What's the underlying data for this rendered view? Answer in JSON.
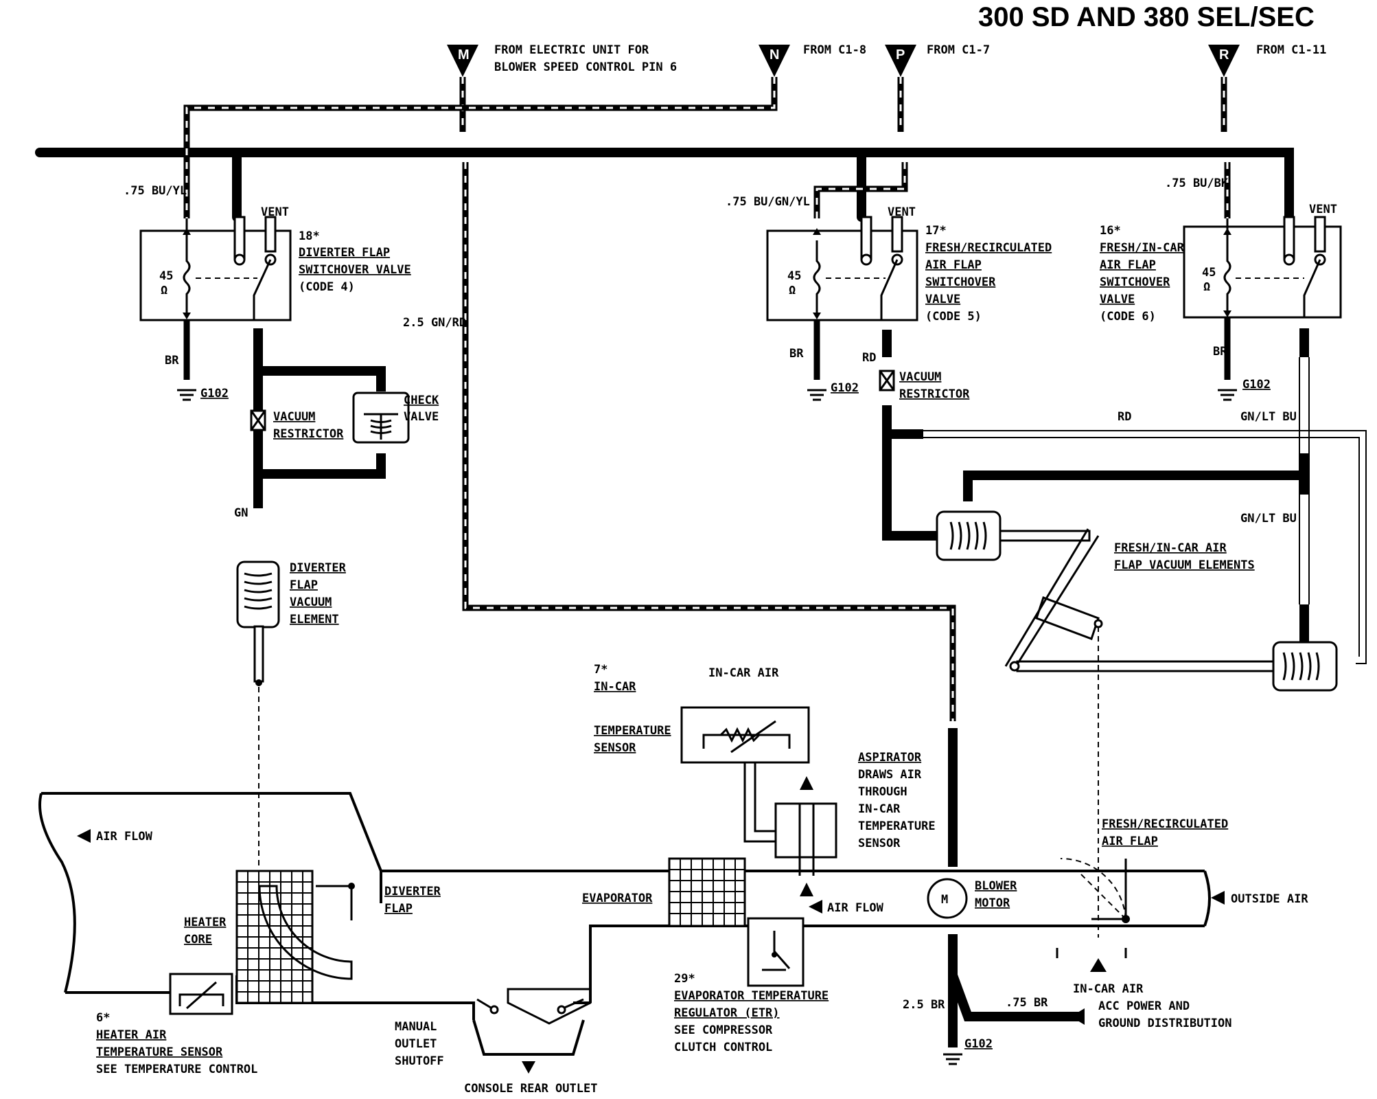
{
  "title": "300 SD AND 380 SEL/SEC",
  "connectors": [
    {
      "letter": "M",
      "line1": "FROM ELECTRIC UNIT FOR",
      "line2": "BLOWER SPEED CONTROL PIN 6"
    },
    {
      "letter": "N",
      "line1": "FROM C1-8",
      "line2": ""
    },
    {
      "letter": "P",
      "line1": "FROM C1-7",
      "line2": ""
    },
    {
      "letter": "R",
      "line1": "FROM C1-11",
      "line2": ""
    }
  ],
  "wires": {
    "bu_yl": ".75 BU/YL",
    "bu_gn_yl": ".75 BU/GN/YL",
    "bu_bk": ".75 BU/BK",
    "gn_rd": "2.5 GN/RD",
    "br": "BR",
    "rd": "RD",
    "gn": "GN",
    "gn_lt_bu": "GN/LT BU",
    "br_25": "2.5 BR",
    "br_075": ".75 BR"
  },
  "grounds": [
    "G102",
    "G102",
    "G102",
    "G102"
  ],
  "valves": [
    {
      "num": "18*",
      "lines": [
        "DIVERTER FLAP",
        "SWITCHOVER VALVE"
      ],
      "code": "(CODE 4)",
      "vent": "VENT",
      "ohm": "45",
      "unit": "Ω"
    },
    {
      "num": "17*",
      "lines": [
        "FRESH/RECIRCULATED",
        "AIR FLAP",
        "SWITCHOVER",
        "VALVE"
      ],
      "code": "(CODE 5)",
      "vent": "VENT",
      "ohm": "45",
      "unit": "Ω"
    },
    {
      "num": "16*",
      "lines": [
        "FRESH/IN-CAR",
        "AIR FLAP",
        "SWITCHOVER",
        "VALVE"
      ],
      "code": "(CODE 6)",
      "vent": "VENT",
      "ohm": "45",
      "unit": "Ω"
    }
  ],
  "labels": {
    "vacuum_restrictor": [
      "VACUUM",
      "RESTRICTOR"
    ],
    "check_valve": [
      "CHECK",
      "VALVE"
    ],
    "diverter_element": [
      "DIVERTER",
      "FLAP",
      "VACUUM",
      "ELEMENT"
    ],
    "fresh_incar_elements": [
      "FRESH/IN-CAR AIR",
      "FLAP VACUUM ELEMENTS"
    ],
    "incar_sensor": {
      "num": "7*",
      "lines": [
        "IN-CAR",
        "TEMPERATURE",
        "SENSOR"
      ]
    },
    "incar_air_top": "IN-CAR AIR",
    "aspirator": [
      "ASPIRATOR",
      "DRAWS AIR",
      "THROUGH",
      "IN-CAR",
      "TEMPERATURE",
      "SENSOR"
    ],
    "air_flow_left": "AIR FLOW",
    "air_flow_mid": "AIR FLOW",
    "diverter_flap": [
      "DIVERTER",
      "FLAP"
    ],
    "heater_core": [
      "HEATER",
      "CORE"
    ],
    "evaporator": "EVAPORATOR",
    "blower_motor": [
      "BLOWER",
      "MOTOR"
    ],
    "motor_symbol": "M",
    "fresh_recirc_flap": [
      "FRESH/RECIRCULATED",
      "AIR FLAP"
    ],
    "outside_air": "OUTSIDE AIR",
    "incar_air_bottom": "IN-CAR AIR",
    "heater_sensor": {
      "num": "6*",
      "lines": [
        "HEATER AIR",
        "TEMPERATURE SENSOR",
        "SEE TEMPERATURE CONTROL"
      ]
    },
    "manual_shutoff": [
      "MANUAL",
      "OUTLET",
      "SHUTOFF"
    ],
    "console_outlet": "CONSOLE REAR OUTLET",
    "etr": {
      "num": "29*",
      "lines": [
        "EVAPORATOR TEMPERATURE",
        "REGULATOR (ETR)",
        "SEE COMPRESSOR",
        "CLUTCH CONTROL"
      ]
    },
    "acc_power": [
      "ACC POWER AND",
      "GROUND DISTRIBUTION"
    ]
  }
}
